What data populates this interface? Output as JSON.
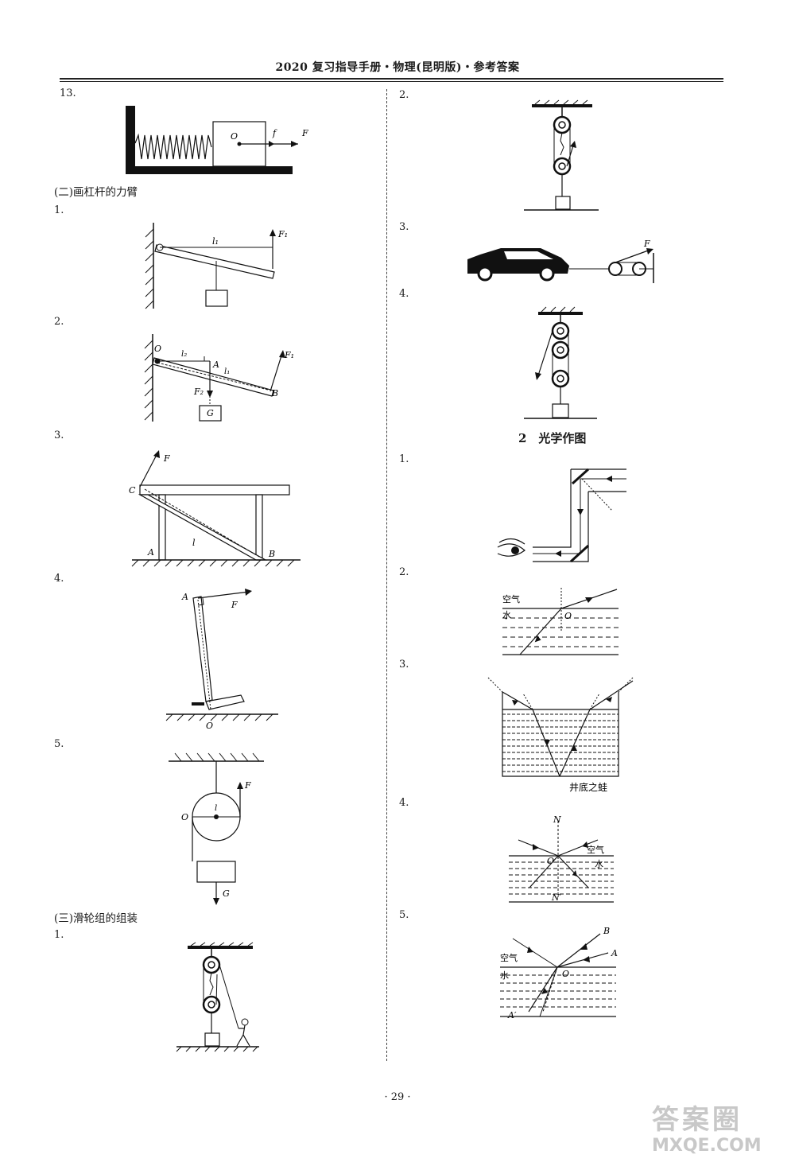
{
  "header": {
    "title": "2020 复习指导手册・物理(昆明版)・参考答案"
  },
  "left": {
    "item13": "13.",
    "section_lever": "(二)画杠杆的力臂",
    "lever_items": [
      "1.",
      "2.",
      "3.",
      "4.",
      "5."
    ],
    "section_pulley": "(三)滑轮组的组装",
    "pulley_item1": "1."
  },
  "right": {
    "pulley_items": [
      "2.",
      "3.",
      "4."
    ],
    "section_optics": "2　光学作图",
    "optics_items": [
      "1.",
      "2.",
      "3.",
      "4.",
      "5."
    ]
  },
  "labels": {
    "O": "O",
    "f": "f",
    "F": "F",
    "F1": "F₁",
    "F2": "F₂",
    "l1": "l₁",
    "l2": "l₂",
    "A": "A",
    "B": "B",
    "C": "C",
    "l": "l",
    "G": "G",
    "N": "N",
    "Nprime": "N′",
    "Aprime": "A′",
    "air": "空气",
    "water": "水",
    "frog": "井底之蛙"
  },
  "footer": {
    "page_number": "· 29 ·"
  },
  "watermark": {
    "line1": "答案圈",
    "line2": "MXQE.COM"
  }
}
